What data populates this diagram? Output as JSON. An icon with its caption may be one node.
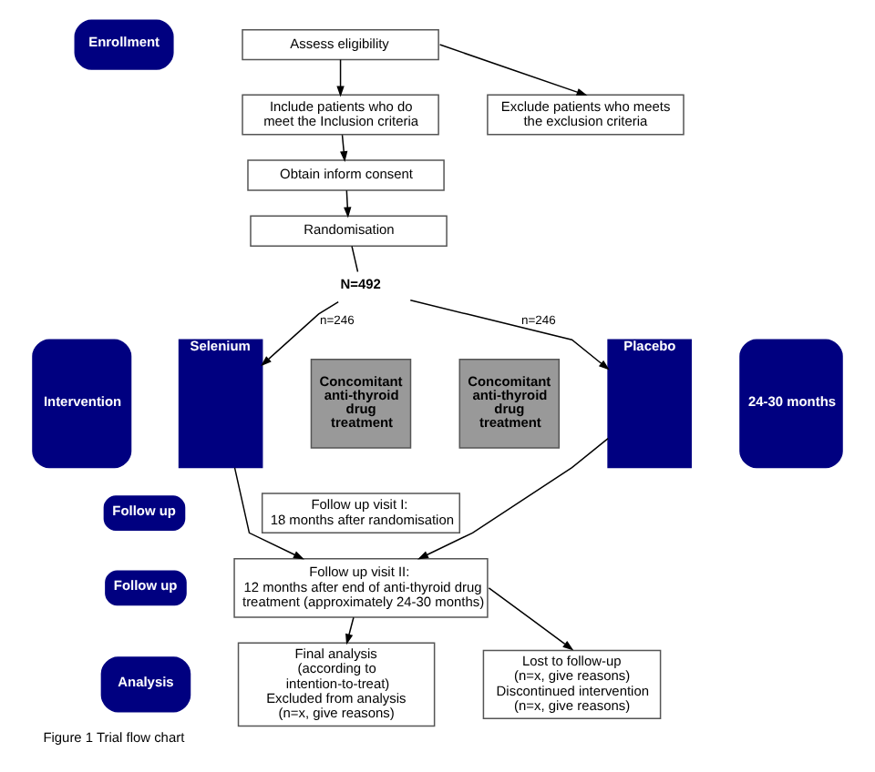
{
  "diagram": {
    "caption": "Figure 1 Trial flow chart",
    "nodes": [
      {
        "text": [
          "Enrollment"
        ]
      },
      {
        "text": [
          "Assess eligibility"
        ]
      },
      {
        "text": [
          "Include patients who do meet the Inclusion criteria"
        ]
      },
      {
        "text": [
          "Exclude patients who meets the exclusion criteria"
        ]
      },
      {
        "text": [
          "Obtain inform consent"
        ]
      },
      {
        "text": [
          "Randomisation"
        ]
      },
      {
        "text": [
          "N=492"
        ]
      },
      {
        "text": [
          "Intervention"
        ]
      },
      {
        "text": [
          "Selenium"
        ]
      },
      {
        "text": [
          "Concomitant anti-thyroid drug treatment"
        ]
      },
      {
        "text": [
          "Concomitant anti-thyroid drug treatment"
        ]
      },
      {
        "text": [
          "Placebo"
        ]
      },
      {
        "text": [
          "24-30 months"
        ]
      },
      {
        "text": [
          "Follow up"
        ]
      },
      {
        "text": [
          "Follow up visit I:",
          "18 months after randomisation"
        ]
      },
      {
        "text": [
          "Follow up"
        ]
      },
      {
        "text": [
          "Follow up visit II:",
          "12 months after end of anti-thyroid drug treatment (approximately 24-30 months)"
        ]
      },
      {
        "text": [
          "Lost to follow-up (n=x, give reasons)",
          "Discontinued intervention (n=x, give reasons)"
        ]
      },
      {
        "text": [
          "Analysis"
        ]
      },
      {
        "text": [
          "Final analysis (according to intention-to-treat)",
          "Excluded from analysis (n=x, give reasons)"
        ]
      }
    ],
    "edges": [
      {
        "from": 1,
        "to": 2,
        "arrow": "to"
      },
      {
        "from": 1,
        "to": 3,
        "arrow": "to"
      },
      {
        "from": 2,
        "to": 4,
        "arrow": "to"
      },
      {
        "from": 4,
        "to": 5,
        "arrow": "to"
      },
      {
        "from": 5,
        "to": 6,
        "arrow": "none"
      },
      {
        "from": 6,
        "to": 8,
        "arrow": "to",
        "label": "n=246"
      },
      {
        "from": 6,
        "to": 11,
        "arrow": "to",
        "label": "n=246"
      },
      {
        "from": 8,
        "to": 16,
        "arrow": "to"
      },
      {
        "from": 11,
        "to": 16,
        "arrow": "to"
      },
      {
        "from": 16,
        "to": 19,
        "arrow": "to"
      },
      {
        "from": 16,
        "to": 17,
        "arrow": "to"
      }
    ]
  }
}
